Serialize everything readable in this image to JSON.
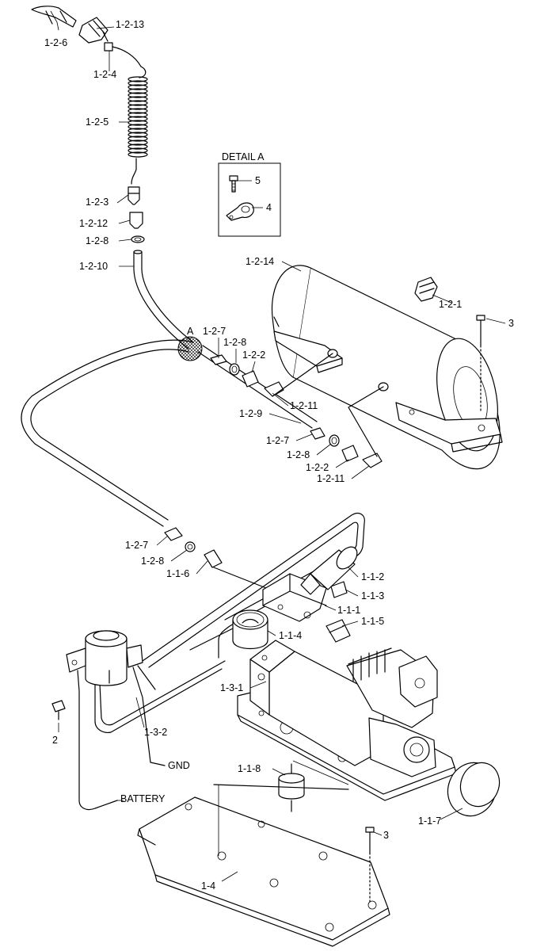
{
  "detail_box": {
    "title": "DETAIL A"
  },
  "labels": {
    "p1_2_6": "1-2-6",
    "p1_2_13": "1-2-13",
    "p1_2_4": "1-2-4",
    "p1_2_5": "1-2-5",
    "p1_2_3": "1-2-3",
    "p1_2_12": "1-2-12",
    "p1_2_8_top": "1-2-8",
    "p1_2_10": "1-2-10",
    "p5": "5",
    "p4": "4",
    "p1_2_14": "1-2-14",
    "p1_2_1": "1-2-1",
    "p3_top": "3",
    "pA": "A",
    "p1_2_7_a": "1-2-7",
    "p1_2_8_a": "1-2-8",
    "p1_2_2_a": "1-2-2",
    "p1_2_11_a": "1-2-11",
    "p1_2_9": "1-2-9",
    "p1_2_7_b": "1-2-7",
    "p1_2_8_b": "1-2-8",
    "p1_2_2_b": "1-2-2",
    "p1_2_11_b": "1-2-11",
    "p1_2_7_c": "1-2-7",
    "p1_2_8_c": "1-2-8",
    "p1_1_6": "1-1-6",
    "p1_1_2": "1-1-2",
    "p1_1_3": "1-1-3",
    "p1_1_1": "1-1-1",
    "p1_1_5": "1-1-5",
    "p1_1_4": "1-1-4",
    "p1_3_1": "1-3-1",
    "p2": "2",
    "p1_3_2": "1-3-2",
    "gnd": "GND",
    "p1_1_8": "1-1-8",
    "battery": "BATTERY",
    "p1_1_7": "1-1-7",
    "p3_bottom": "3",
    "p1_4": "1-4"
  }
}
